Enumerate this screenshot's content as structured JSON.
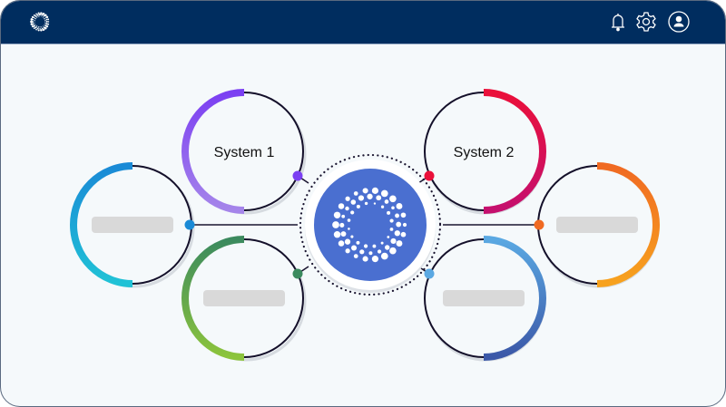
{
  "header": {
    "logo_icon": "dotted-ring-logo",
    "icons": [
      "bell-icon",
      "gear-icon",
      "user-avatar-icon"
    ],
    "background": "#002d5f"
  },
  "hub": {
    "color": "#4a6fd0",
    "icon": "dotted-ring-logo"
  },
  "nodes": [
    {
      "id": "system-1",
      "label": "System 1",
      "side": "left",
      "colors": [
        "#7b3ff2",
        "#a585ea"
      ]
    },
    {
      "id": "left",
      "label": "",
      "side": "left",
      "colors": [
        "#1a8ad6",
        "#20c2d6"
      ]
    },
    {
      "id": "bottom-left",
      "label": "",
      "side": "left",
      "colors": [
        "#3b8a5e",
        "#8cc43c"
      ]
    },
    {
      "id": "system-2",
      "label": "System 2",
      "side": "right",
      "colors": [
        "#ea103a",
        "#c5106e"
      ]
    },
    {
      "id": "right",
      "label": "",
      "side": "right",
      "colors": [
        "#f06a22",
        "#f7a21e"
      ]
    },
    {
      "id": "bottom-right",
      "label": "",
      "side": "right",
      "colors": [
        "#5aa8e2",
        "#3b58a8"
      ]
    }
  ]
}
